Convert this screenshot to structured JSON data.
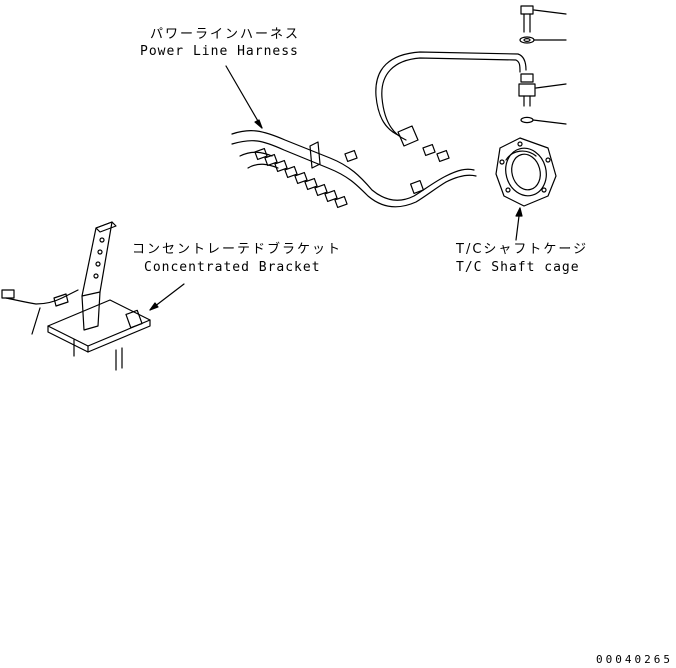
{
  "labels": {
    "power_line_harness": {
      "jp": "パワーラインハーネス",
      "en": "Power Line Harness"
    },
    "concentrated_bracket": {
      "jp": "コンセントレーテドブラケット",
      "en": "Concentrated Bracket"
    },
    "tc_shaft_cage": {
      "jp": "T/Cシャフトケージ",
      "en": "T/C Shaft cage"
    }
  },
  "drawing_code": "00040265"
}
